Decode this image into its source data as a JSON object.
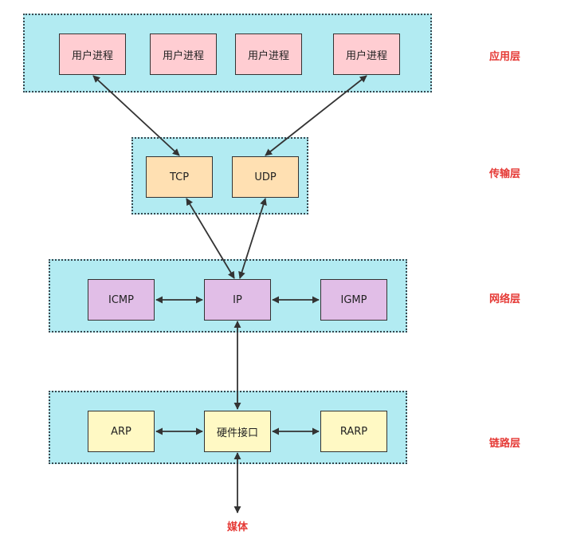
{
  "colors": {
    "layer_fill": "#b2ebf2",
    "app_box": "#ffcdd2",
    "transport_box": "#ffe0b2",
    "network_box": "#e1bee7",
    "link_box": "#fff9c4",
    "label_red": "#e53935"
  },
  "layers": {
    "application": {
      "label": "应用层",
      "boxes": [
        "用户进程",
        "用户进程",
        "用户进程",
        "用户进程"
      ]
    },
    "transport": {
      "label": "传输层",
      "boxes": [
        "TCP",
        "UDP"
      ]
    },
    "network": {
      "label": "网络层",
      "boxes": [
        "ICMP",
        "IP",
        "IGMP"
      ]
    },
    "link": {
      "label": "链路层",
      "boxes": [
        "ARP",
        "硬件接口",
        "RARP"
      ]
    }
  },
  "media": {
    "label": "媒体"
  }
}
